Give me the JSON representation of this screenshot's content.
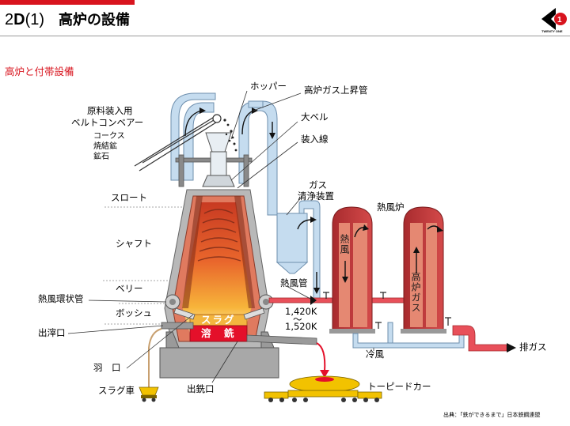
{
  "header": {
    "code_prefix": "2",
    "code_bold": "D",
    "code_suffix": "(1)",
    "title": "高炉の設備",
    "logo_text": "TWENTY ONE",
    "accent": "#d8141e"
  },
  "subtitle": "高炉と付帯設備",
  "labels": {
    "hopper": "ホッパー",
    "gas_uptake": "高炉ガス上昇管",
    "conveyor_1": "原料装入用",
    "conveyor_2": "ベルトコンベアー",
    "materials": [
      "コークス",
      "焼結鉱",
      "鉱石"
    ],
    "big_bell": "大ベル",
    "stockline": "装入線",
    "gas_clean_1": "ガス",
    "gas_clean_2": "清浄装置",
    "throat": "スロート",
    "hot_stove": "熱風炉",
    "shaft": "シャフト",
    "hot_air_pipe": "熱風管",
    "belly": "ベリー",
    "bustle_pipe": "熱風環状管",
    "bosh": "ボッシュ",
    "temp_1": "1,420K",
    "tilde": "〜",
    "temp_2": "1,520K",
    "slag_notch": "出滓口",
    "slag": "スラグ",
    "molten_iron": "溶　銑",
    "tuyere": "羽　口",
    "cold_air": "冷風",
    "exhaust": "排ガス",
    "slag_car": "スラグ車",
    "taphole": "出銑口",
    "torpedo_car": "トーピードカー",
    "stove_hot_air": "熱風",
    "stove_gas": "高炉ガス"
  },
  "source": "出典：「鉄ができるまで」日本鉄鋼連盟",
  "colors": {
    "pipe_blue": "#c5dcef",
    "pipe_stroke": "#6e8fae",
    "shell_gray": "#b8b8b8",
    "stove_red": "#c0373a",
    "stove_inner": "#e58872",
    "brick": "#e07a5f",
    "car_yellow": "#f2c200"
  }
}
